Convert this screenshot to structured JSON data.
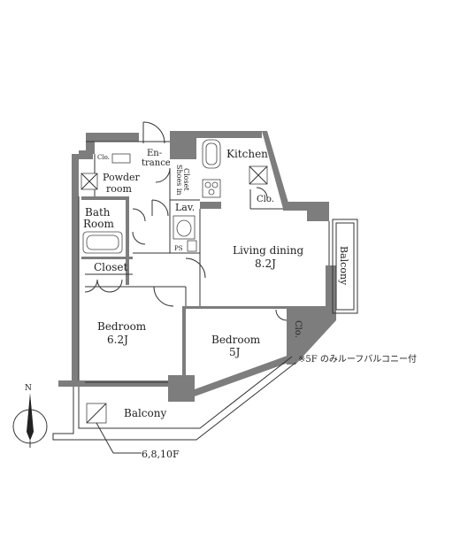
{
  "rooms": {
    "kitchen": "Kitchen",
    "entrance": "En-\ntrance",
    "powder_room": "Powder room",
    "clo_small": "Clo.",
    "shoes_closet": "Shoes in Closet",
    "lav": "Lav.",
    "ps": "PS",
    "bath_room": "Bath Room",
    "closet": "Closet",
    "living_dining": "Living dining",
    "living_dining_size": "8.2J",
    "clo_living": "Clo.",
    "balcony_side": "Balcony",
    "bedroom1": "Bedroom",
    "bedroom1_size": "6.2J",
    "bedroom2": "Bedroom",
    "bedroom2_size": "5J",
    "clo_bedroom2": "Clo.",
    "balcony_bottom": "Balcony"
  },
  "notes": {
    "roof_balcony": "※5F のみルーフバルコニー付",
    "floors": "6,8,10F"
  },
  "compass": {
    "north_label": "N"
  }
}
